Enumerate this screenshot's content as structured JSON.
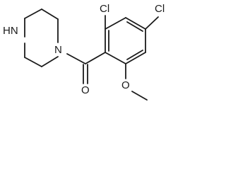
{
  "atoms": {
    "ring_nh": "HN",
    "ring_n": "N",
    "chloro_top": "Cl",
    "chloro_right": "Cl",
    "carbonyl_o": "O",
    "methoxy_o": "O"
  }
}
